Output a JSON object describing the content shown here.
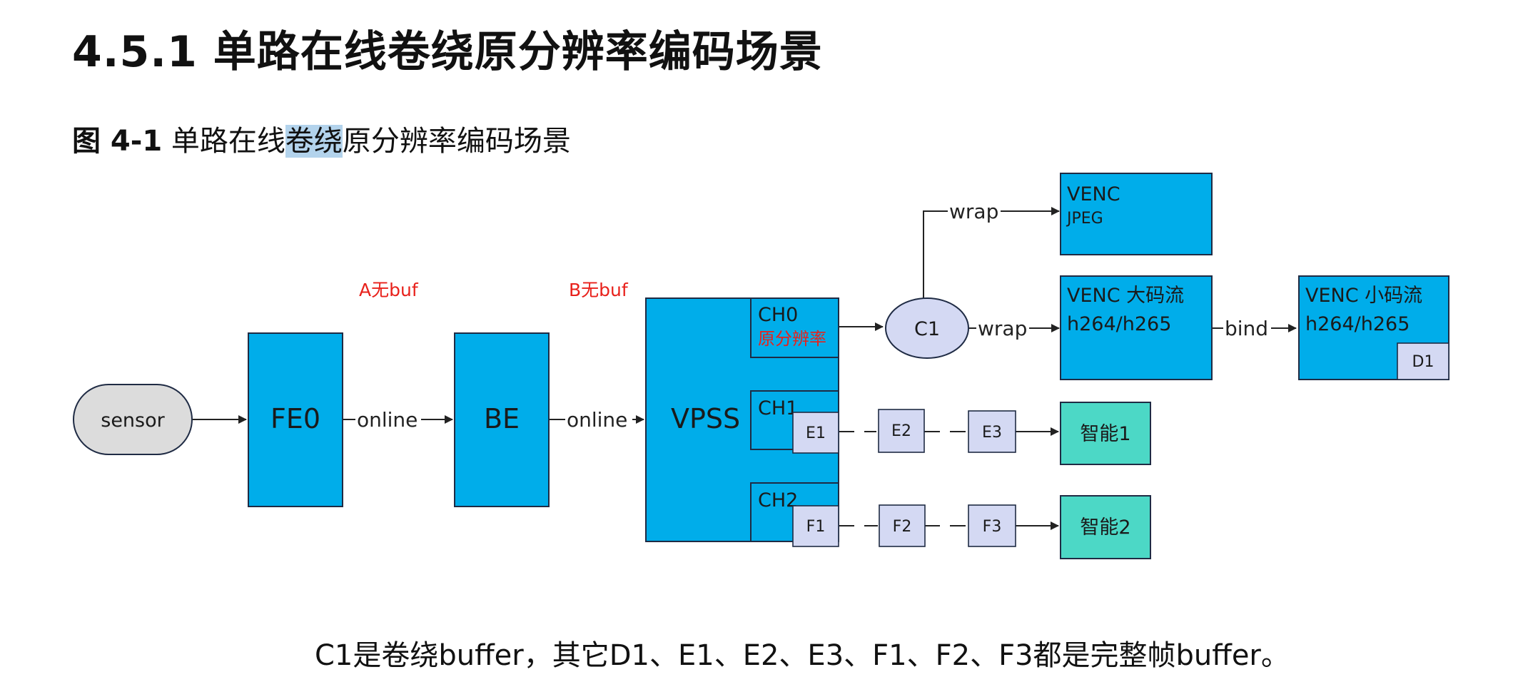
{
  "heading": "4.5.1 单路在线卷绕原分辨率编码场景",
  "caption": {
    "prefix": "图 4-1",
    "before": " 单路在线",
    "highlight": "卷绕",
    "after": "原分辨率编码场景"
  },
  "note": "C1是卷绕buffer，其它D1、E1、E2、E3、F1、F2、F3都是完整帧buffer。",
  "colors": {
    "module": "#00adea",
    "ai": "#4cd8c6",
    "buffer": "#d4d9f3",
    "sensor": "#dcdcdc",
    "warning": "#e8211b"
  },
  "diagram": {
    "sensor": "sensor",
    "fe0": "FE0",
    "be": "BE",
    "vpss": "VPSS",
    "ch0": "CH0",
    "ch0_sub": "原分辨率",
    "ch1": "CH1",
    "ch2": "CH2",
    "c1": "C1",
    "no_buf_a": "A无buf",
    "no_buf_b": "B无buf",
    "online_1": "online",
    "online_2": "online",
    "wrap_1": "wrap",
    "wrap_2": "wrap",
    "bind": "bind",
    "venc_jpeg_title": "VENC",
    "venc_jpeg_sub": "JPEG",
    "venc_main_title": "VENC 大码流",
    "venc_main_sub": "h264/h265",
    "venc_sub_title": "VENC 小码流",
    "venc_sub_sub": "h264/h265",
    "d1": "D1",
    "e1": "E1",
    "e2": "E2",
    "e3": "E3",
    "f1": "F1",
    "f2": "F2",
    "f3": "F3",
    "ai1": "智能1",
    "ai2": "智能2"
  }
}
